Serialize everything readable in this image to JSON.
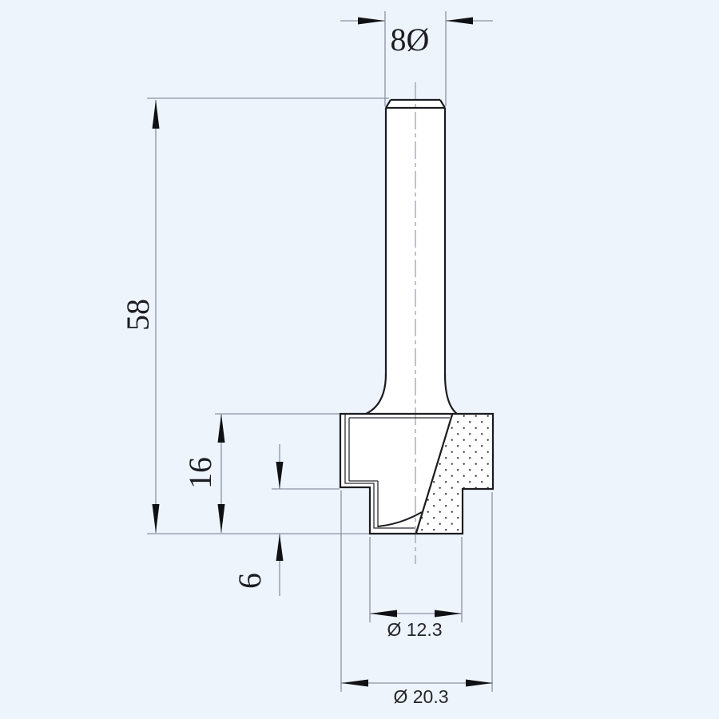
{
  "drawing": {
    "kind": "dimensioned technical drawing of a router bit",
    "dimensions": {
      "shank_diameter": {
        "label": "8Ø"
      },
      "overall_length": {
        "label": "58"
      },
      "head_length": {
        "label": "16"
      },
      "pilot_length": {
        "label": "6"
      },
      "inner_diameter": {
        "label": "Ø 12.3"
      },
      "outer_diameter": {
        "label": "Ø 20.3"
      }
    },
    "colors": {
      "background": "#eef4fc",
      "outline": "#1b1c20",
      "dimension_lines": "#8a93a3",
      "text": "#1c1d22",
      "fill": "#ffffff"
    }
  }
}
